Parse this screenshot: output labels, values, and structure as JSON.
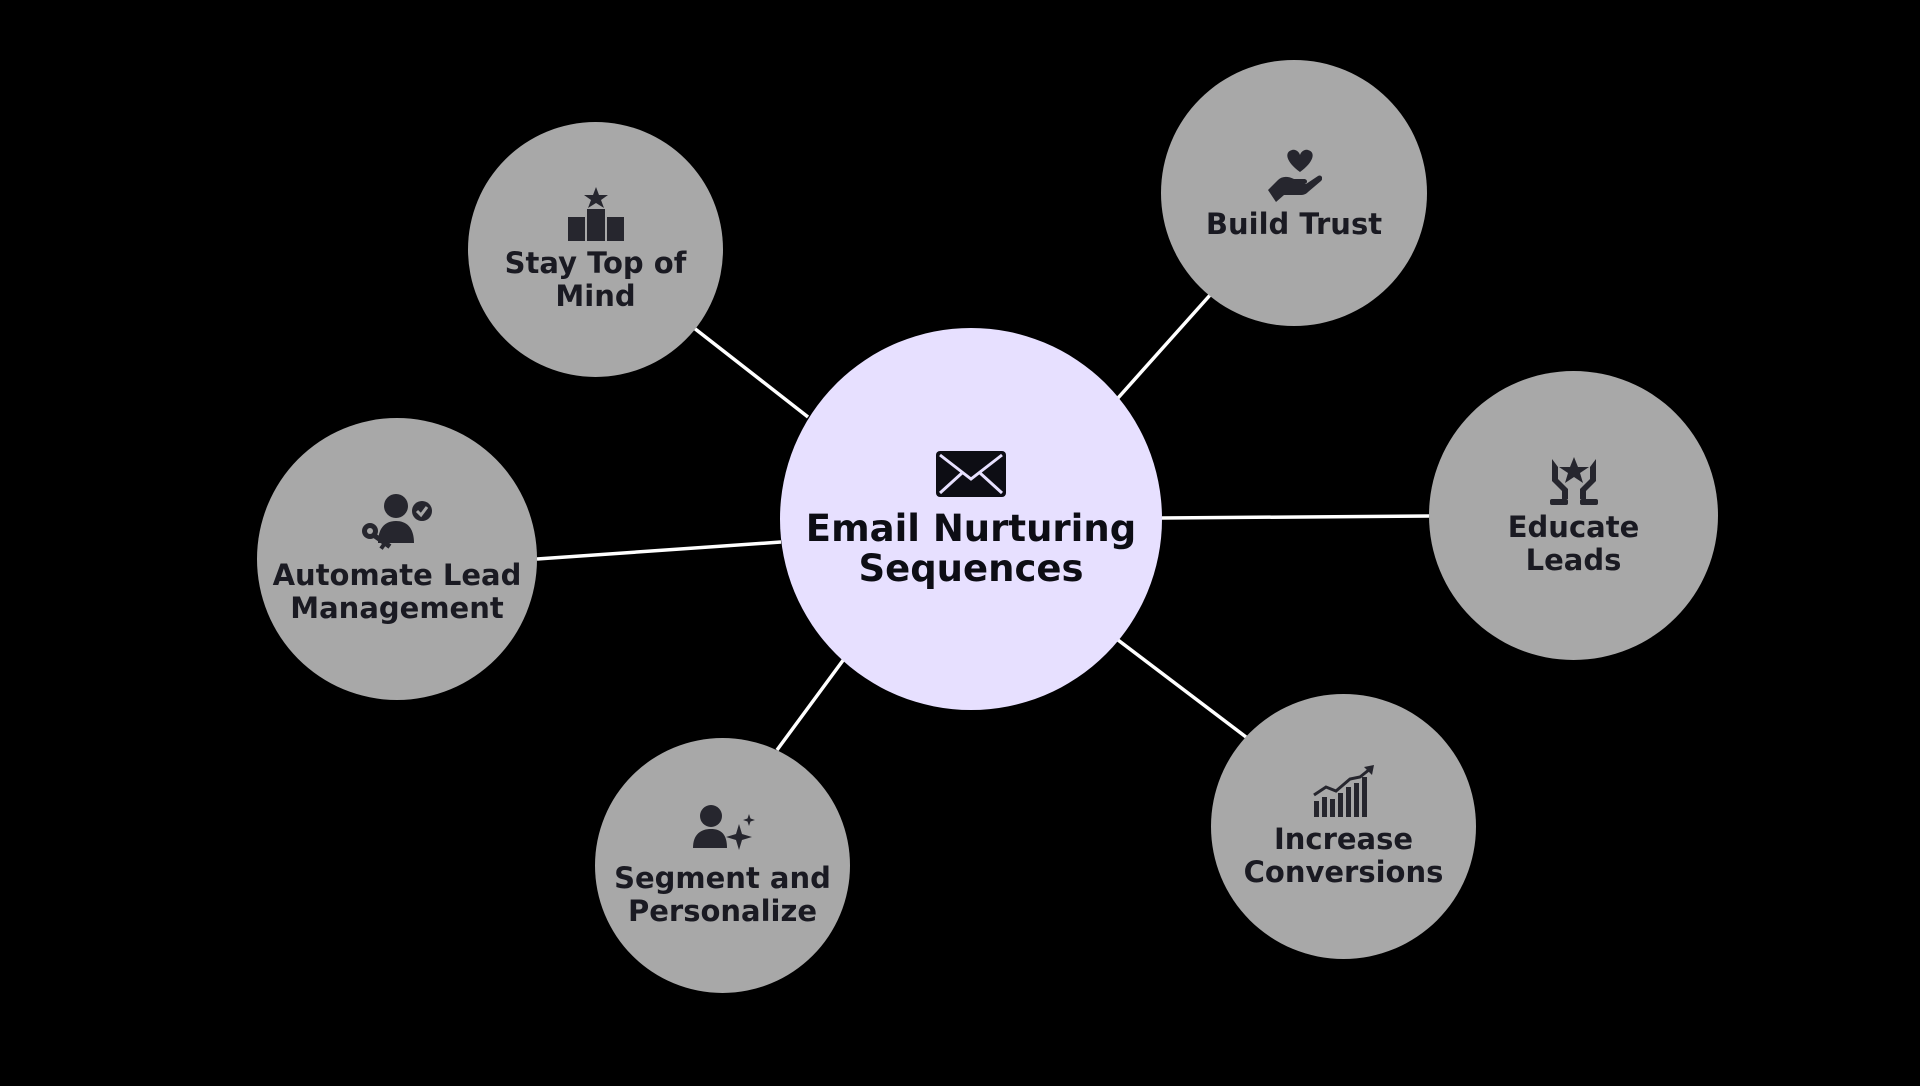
{
  "diagram": {
    "center": {
      "label": "Email Nurturing\nSequences",
      "icon": "envelope-icon"
    },
    "nodes": [
      {
        "id": "stay",
        "label": "Stay Top of\nMind",
        "icon": "podium-star-icon"
      },
      {
        "id": "trust",
        "label": "Build Trust",
        "icon": "heart-hand-icon"
      },
      {
        "id": "auto",
        "label": "Automate Lead\nManagement",
        "icon": "user-key-check-icon"
      },
      {
        "id": "educ",
        "label": "Educate\nLeads",
        "icon": "hands-star-icon"
      },
      {
        "id": "seg",
        "label": "Segment and\nPersonalize",
        "icon": "user-sparkle-icon"
      },
      {
        "id": "conv",
        "label": "Increase\nConversions",
        "icon": "growth-chart-icon"
      }
    ]
  },
  "colors": {
    "background": "#000000",
    "center_fill": "#e7e0ff",
    "node_fill": "#a8a8a8",
    "connector": "#ffffff",
    "text": "#1a1a22"
  }
}
